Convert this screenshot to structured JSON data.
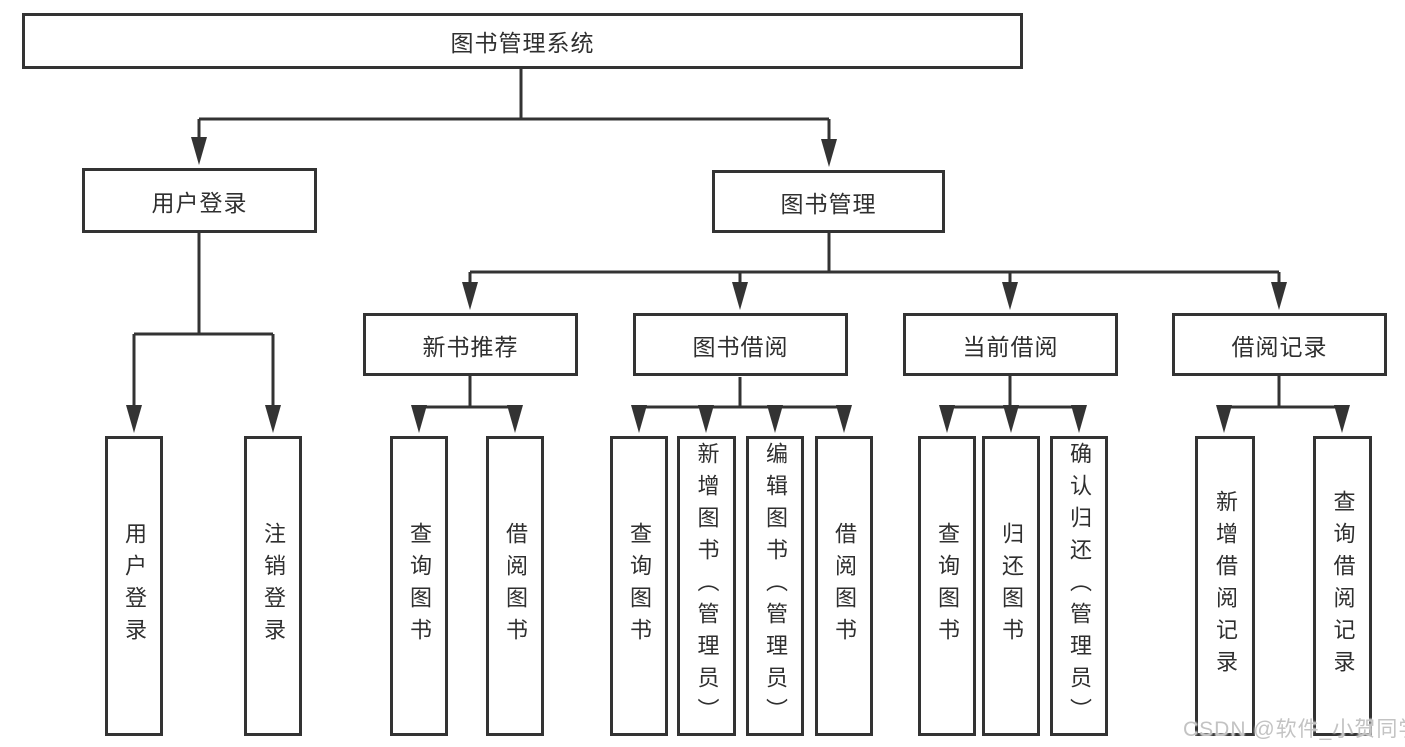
{
  "tree": {
    "root": "图书管理系统",
    "left": {
      "label": "用户登录",
      "children": [
        "用户登录",
        "注销登录"
      ]
    },
    "right": {
      "label": "图书管理",
      "groups": [
        {
          "label": "新书推荐",
          "children": [
            "查询图书",
            "借阅图书"
          ]
        },
        {
          "label": "图书借阅",
          "children": [
            "查询图书",
            "新增图书（管理员）",
            "编辑图书（管理员）",
            "借阅图书"
          ]
        },
        {
          "label": "当前借阅",
          "children": [
            "查询图书",
            "归还图书",
            "确认归还（管理员）"
          ]
        },
        {
          "label": "借阅记录",
          "children": [
            "新增借阅记录",
            "查询借阅记录"
          ]
        }
      ]
    }
  },
  "watermark": "CSDN @软件_小贺同学",
  "colors": {
    "line": "#333333",
    "text": "#2f2f2f",
    "background": "#ffffff",
    "watermark": "#c3c3c3"
  }
}
